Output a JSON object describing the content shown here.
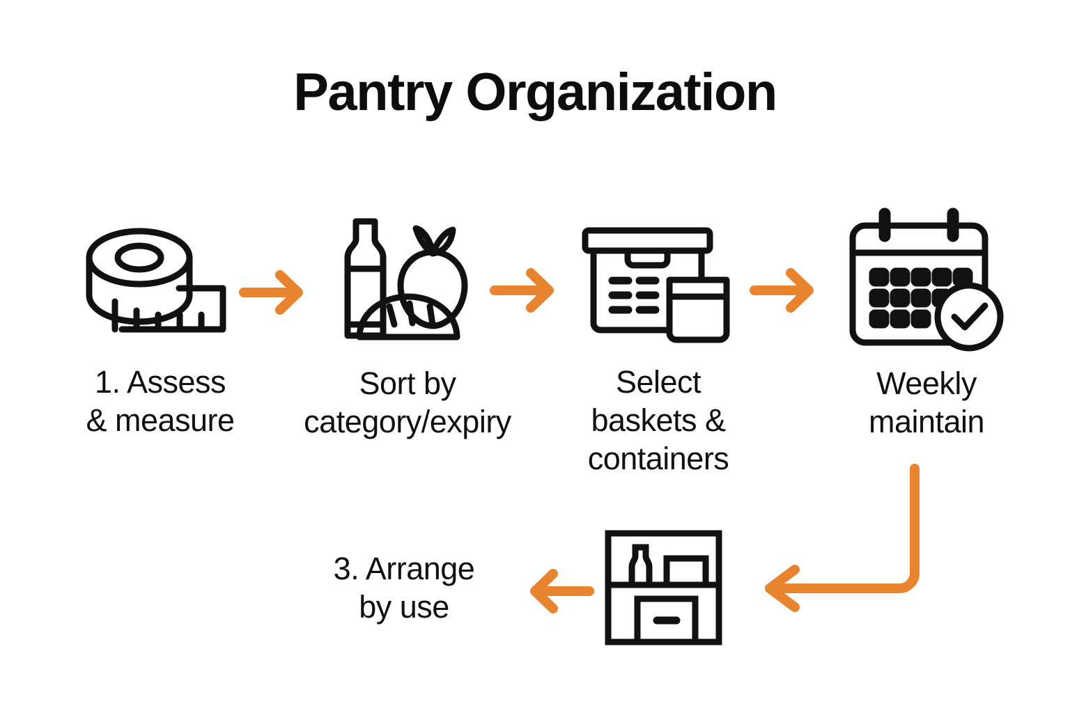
{
  "title": "Pantry Organization",
  "colors": {
    "background": "#ffffff",
    "ink": "#111111",
    "title": "#0d0d0d",
    "accent_orange": "#E8832E"
  },
  "diagram": {
    "type": "process-flow",
    "layout": "4 steps left-to-right on top row, then an elbow connector down and left to a 5th node, then a left arrow to a final label",
    "steps": [
      {
        "id": "step-1",
        "icon": "tape-measure-icon",
        "label": "1. Assess\n& measure",
        "label_lines": [
          "1. Assess",
          "& measure"
        ]
      },
      {
        "id": "step-2",
        "icon": "groceries-icon",
        "label": "Sort by\ncategory/expiry",
        "label_lines": [
          "Sort by",
          "category/expiry"
        ]
      },
      {
        "id": "step-3",
        "icon": "storage-baskets-icon",
        "label": "Select\nbaskets &\ncontainers",
        "label_lines": [
          "Select",
          "baskets &",
          "containers"
        ]
      },
      {
        "id": "step-4",
        "icon": "calendar-check-icon",
        "label": "Weekly\nmaintain",
        "label_lines": [
          "Weekly",
          "maintain"
        ]
      },
      {
        "id": "step-5",
        "icon": "pantry-shelf-icon",
        "label": "3. Arrange\nby use",
        "label_lines": [
          "3. Arrange",
          "by use"
        ]
      }
    ],
    "connectors": [
      {
        "id": "arrow-1",
        "direction": "right",
        "from": "step-1",
        "to": "step-2"
      },
      {
        "id": "arrow-2",
        "direction": "right",
        "from": "step-2",
        "to": "step-3"
      },
      {
        "id": "arrow-3",
        "direction": "right",
        "from": "step-3",
        "to": "step-4"
      },
      {
        "id": "arrow-elbow",
        "direction": "down-then-left",
        "from": "step-4",
        "to": "step-5"
      },
      {
        "id": "arrow-4",
        "direction": "left",
        "from": "step-5",
        "to": "arrange-label"
      }
    ]
  }
}
